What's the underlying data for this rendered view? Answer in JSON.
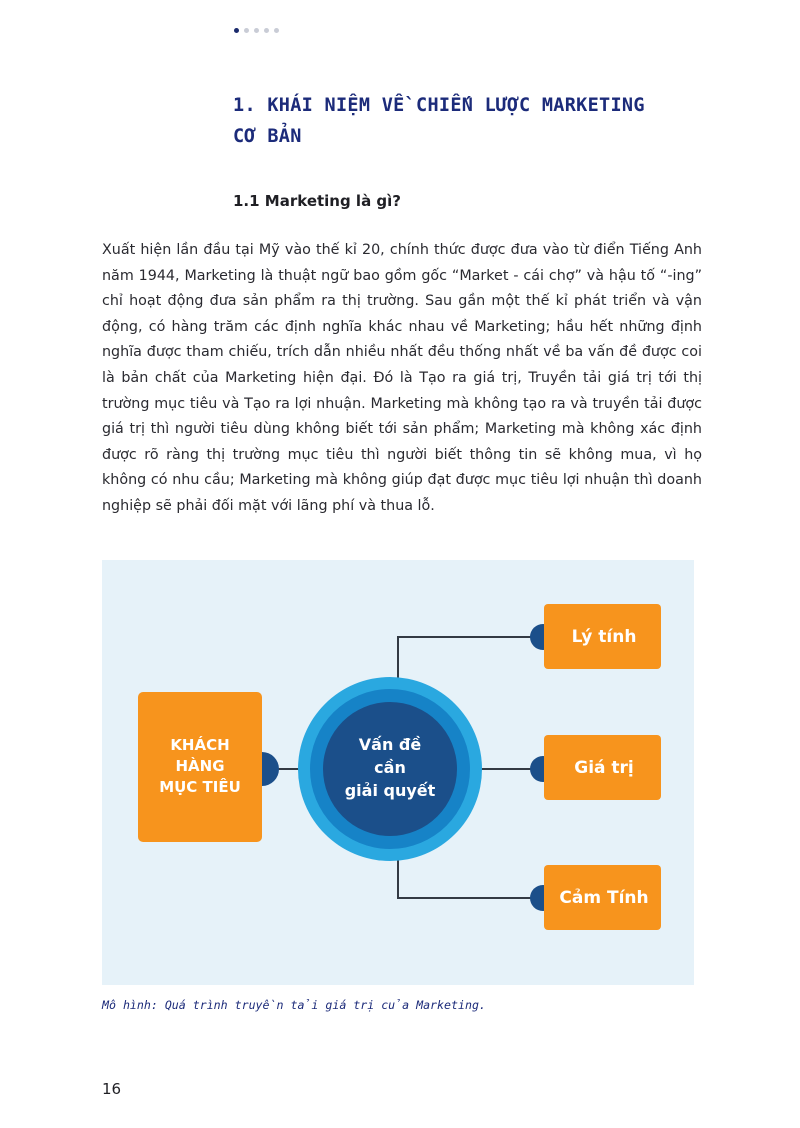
{
  "pagination": {
    "total": 5,
    "active": 1
  },
  "chapter_title": "1. KHÁI NIỆM VỀ CHIẾN LƯỢC MARKETING CƠ BẢN",
  "section_heading": "1.1  Marketing là gì?",
  "body_paragraph": "Xuất hiện lần đầu tại Mỹ vào thế kỉ 20, chính thức được đưa vào từ điển Tiếng Anh năm 1944, Marketing là thuật ngữ bao gồm gốc “Market - cái chợ” và hậu tố “-ing” chỉ hoạt động đưa sản phẩm ra thị trường. Sau gần một thế kỉ phát triển và vận động, có hàng trăm các định nghĩa khác nhau về Marketing; hầu hết những định nghĩa được tham chiếu, trích dẫn nhiều nhất đều thống nhất về ba vấn đề được coi là bản chất của Marketing hiện đại. Đó là Tạo ra giá trị, Truyền tải giá trị tới thị trường mục tiêu và Tạo ra lợi nhuận. Marketing mà không tạo ra và truyền tải được giá trị thì người tiêu dùng không biết tới sản phẩm; Marketing mà không xác định được rõ ràng thị trường mục tiêu thì người biết thông tin sẽ không mua, vì họ không có nhu cầu; Marketing mà không giúp đạt được mục tiêu lợi nhuận thì doanh nghiệp sẽ phải đối mặt với lãng phí và thua lỗ.",
  "diagram": {
    "left_box_lines": [
      "KHÁCH",
      "HÀNG",
      "MỤC TIÊU"
    ],
    "center_lines": [
      "Vấn đề",
      "cần",
      "giải quyết"
    ],
    "right_boxes": [
      "Lý tính",
      "Giá trị",
      "Cảm Tính"
    ],
    "colors": {
      "background": "#e6f2f9",
      "orange": "#f7941d",
      "circle_outer": "#2aa8e0",
      "circle_middle": "#1683c7",
      "circle_inner": "#1b4f8a",
      "connector_dot": "#1b4f8a",
      "line": "#333a44"
    }
  },
  "caption": "Mô hình: Quá trình truyền tải giá trị của Marketing.",
  "page_number": "16"
}
